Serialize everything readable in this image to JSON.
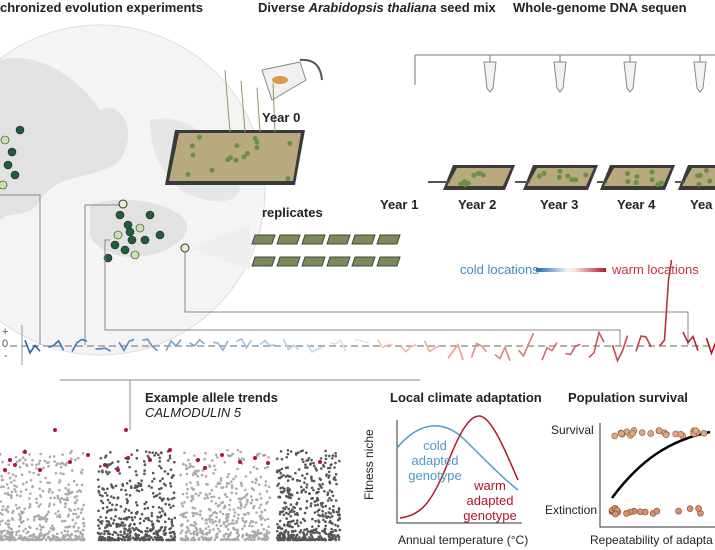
{
  "titles": {
    "left": "chronized evolution experiments",
    "middle_prefix": "Diverse ",
    "middle_italic": "Arabidopsis thaliana",
    "middle_suffix": " seed mix",
    "right": "Whole-genome DNA sequen"
  },
  "years": [
    "Year 0",
    "Year 1",
    "Year 2",
    "Year 3",
    "Year 4",
    "Yea"
  ],
  "replicates_label": "replicates",
  "legend": {
    "cold": "cold locations",
    "warm": "warm locations"
  },
  "trend_axis": {
    "plus": "+",
    "zero": "0",
    "minus": "-"
  },
  "allele": {
    "title": "Example allele trends",
    "gene": "CALMODULIN 5"
  },
  "local": {
    "title": "Local climate adaptation",
    "ylabel": "Fitness niche",
    "xlabel": "Annual temperature (°C)",
    "cold_label": [
      "cold",
      "adapted",
      "genotype"
    ],
    "warm_label": [
      "warm",
      "adapted",
      "genotype"
    ]
  },
  "survival": {
    "title": "Population survival",
    "top_label": "Survival",
    "bottom_label": "Extinction",
    "xlabel": "Repeatability of adapta"
  },
  "colors": {
    "cold": "#4a9cc4",
    "warm": "#b0172a",
    "dot_green": "#1f5e3a",
    "dot_light": "#c9e3a8"
  }
}
